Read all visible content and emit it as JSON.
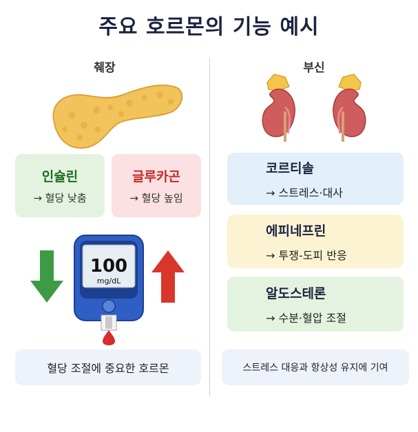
{
  "title": "주요 호르몬의 기능 예시",
  "left": {
    "label": "췌장",
    "cards": [
      {
        "name": "인슐린",
        "desc": "→ 혈당 낮춤",
        "bg": "#e4f3df",
        "color": "#1f6b22"
      },
      {
        "name": "글루카곤",
        "desc": "→ 혈당 높임",
        "bg": "#fbe1e1",
        "color": "#c42a2a"
      }
    ],
    "meter": {
      "value": "100",
      "unit": "mg/dL"
    },
    "note": "혈당 조절에 중요한 호르몬"
  },
  "right": {
    "label": "부신",
    "cards": [
      {
        "name": "코르티솔",
        "desc": "→ 스트레스·대사",
        "bg": "#e3effb"
      },
      {
        "name": "에피네프린",
        "desc": "→ 투쟁-도피 반응",
        "bg": "#fcf3d3"
      },
      {
        "name": "알도스테론",
        "desc": "→ 수분·혈압 조절",
        "bg": "#e4f3df"
      }
    ],
    "note": "스트레스 대응과 항상성 유지에 기여"
  },
  "colors": {
    "down_arrow": "#3e9b45",
    "up_arrow": "#d9362b",
    "meter_body": "#2f5ec4",
    "pancreas": "#f2c35a",
    "kidney": "#cf5d5d",
    "adrenal": "#f3c649"
  }
}
